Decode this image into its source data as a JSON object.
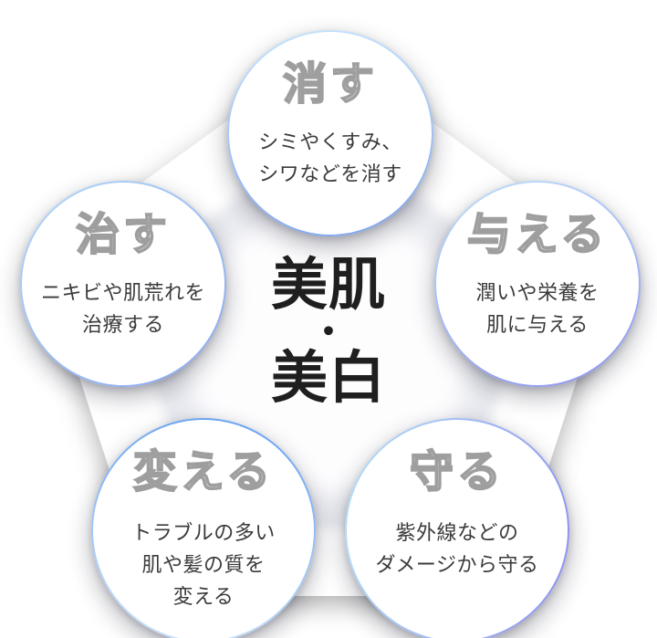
{
  "diagram": {
    "type": "pentagon-infographic",
    "center": {
      "line1": "美肌",
      "dot": "・",
      "line2": "美白"
    },
    "circles": [
      {
        "id": "erase",
        "title": "消す",
        "body": [
          "シミやくすみ、",
          "シワなどを消す"
        ]
      },
      {
        "id": "heal",
        "title": "治す",
        "body": [
          "ニキビや肌荒れを",
          "治療する"
        ]
      },
      {
        "id": "give",
        "title": "与える",
        "body": [
          "潤いや栄養を",
          "肌に与える"
        ]
      },
      {
        "id": "change",
        "title": "変える",
        "body": [
          "トラブルの多い",
          "肌や髪の質を",
          "変える"
        ]
      },
      {
        "id": "protect",
        "title": "守る",
        "body": [
          "紫外線などの",
          "ダメージから守る"
        ]
      }
    ]
  },
  "colors": {
    "erase_a": "#c7e5fb",
    "erase_b": "#7fa5ee",
    "heal_a": "#b2d8f6",
    "heal_b": "#8aa6ef",
    "give_a": "#bfe0f8",
    "give_b": "#8d93ef",
    "change_a": "#cfe4f8",
    "change_b": "#639ff2",
    "protect_a": "#b5e0f7",
    "protect_b": "#8b90f0",
    "title_outline": "#9e9e9e",
    "body_text": "#3b3b3b",
    "center_text": "#1f1f1f",
    "pentagon_fill": "#ffffff",
    "pentagon_inner_shade": "#e9eaf0"
  }
}
